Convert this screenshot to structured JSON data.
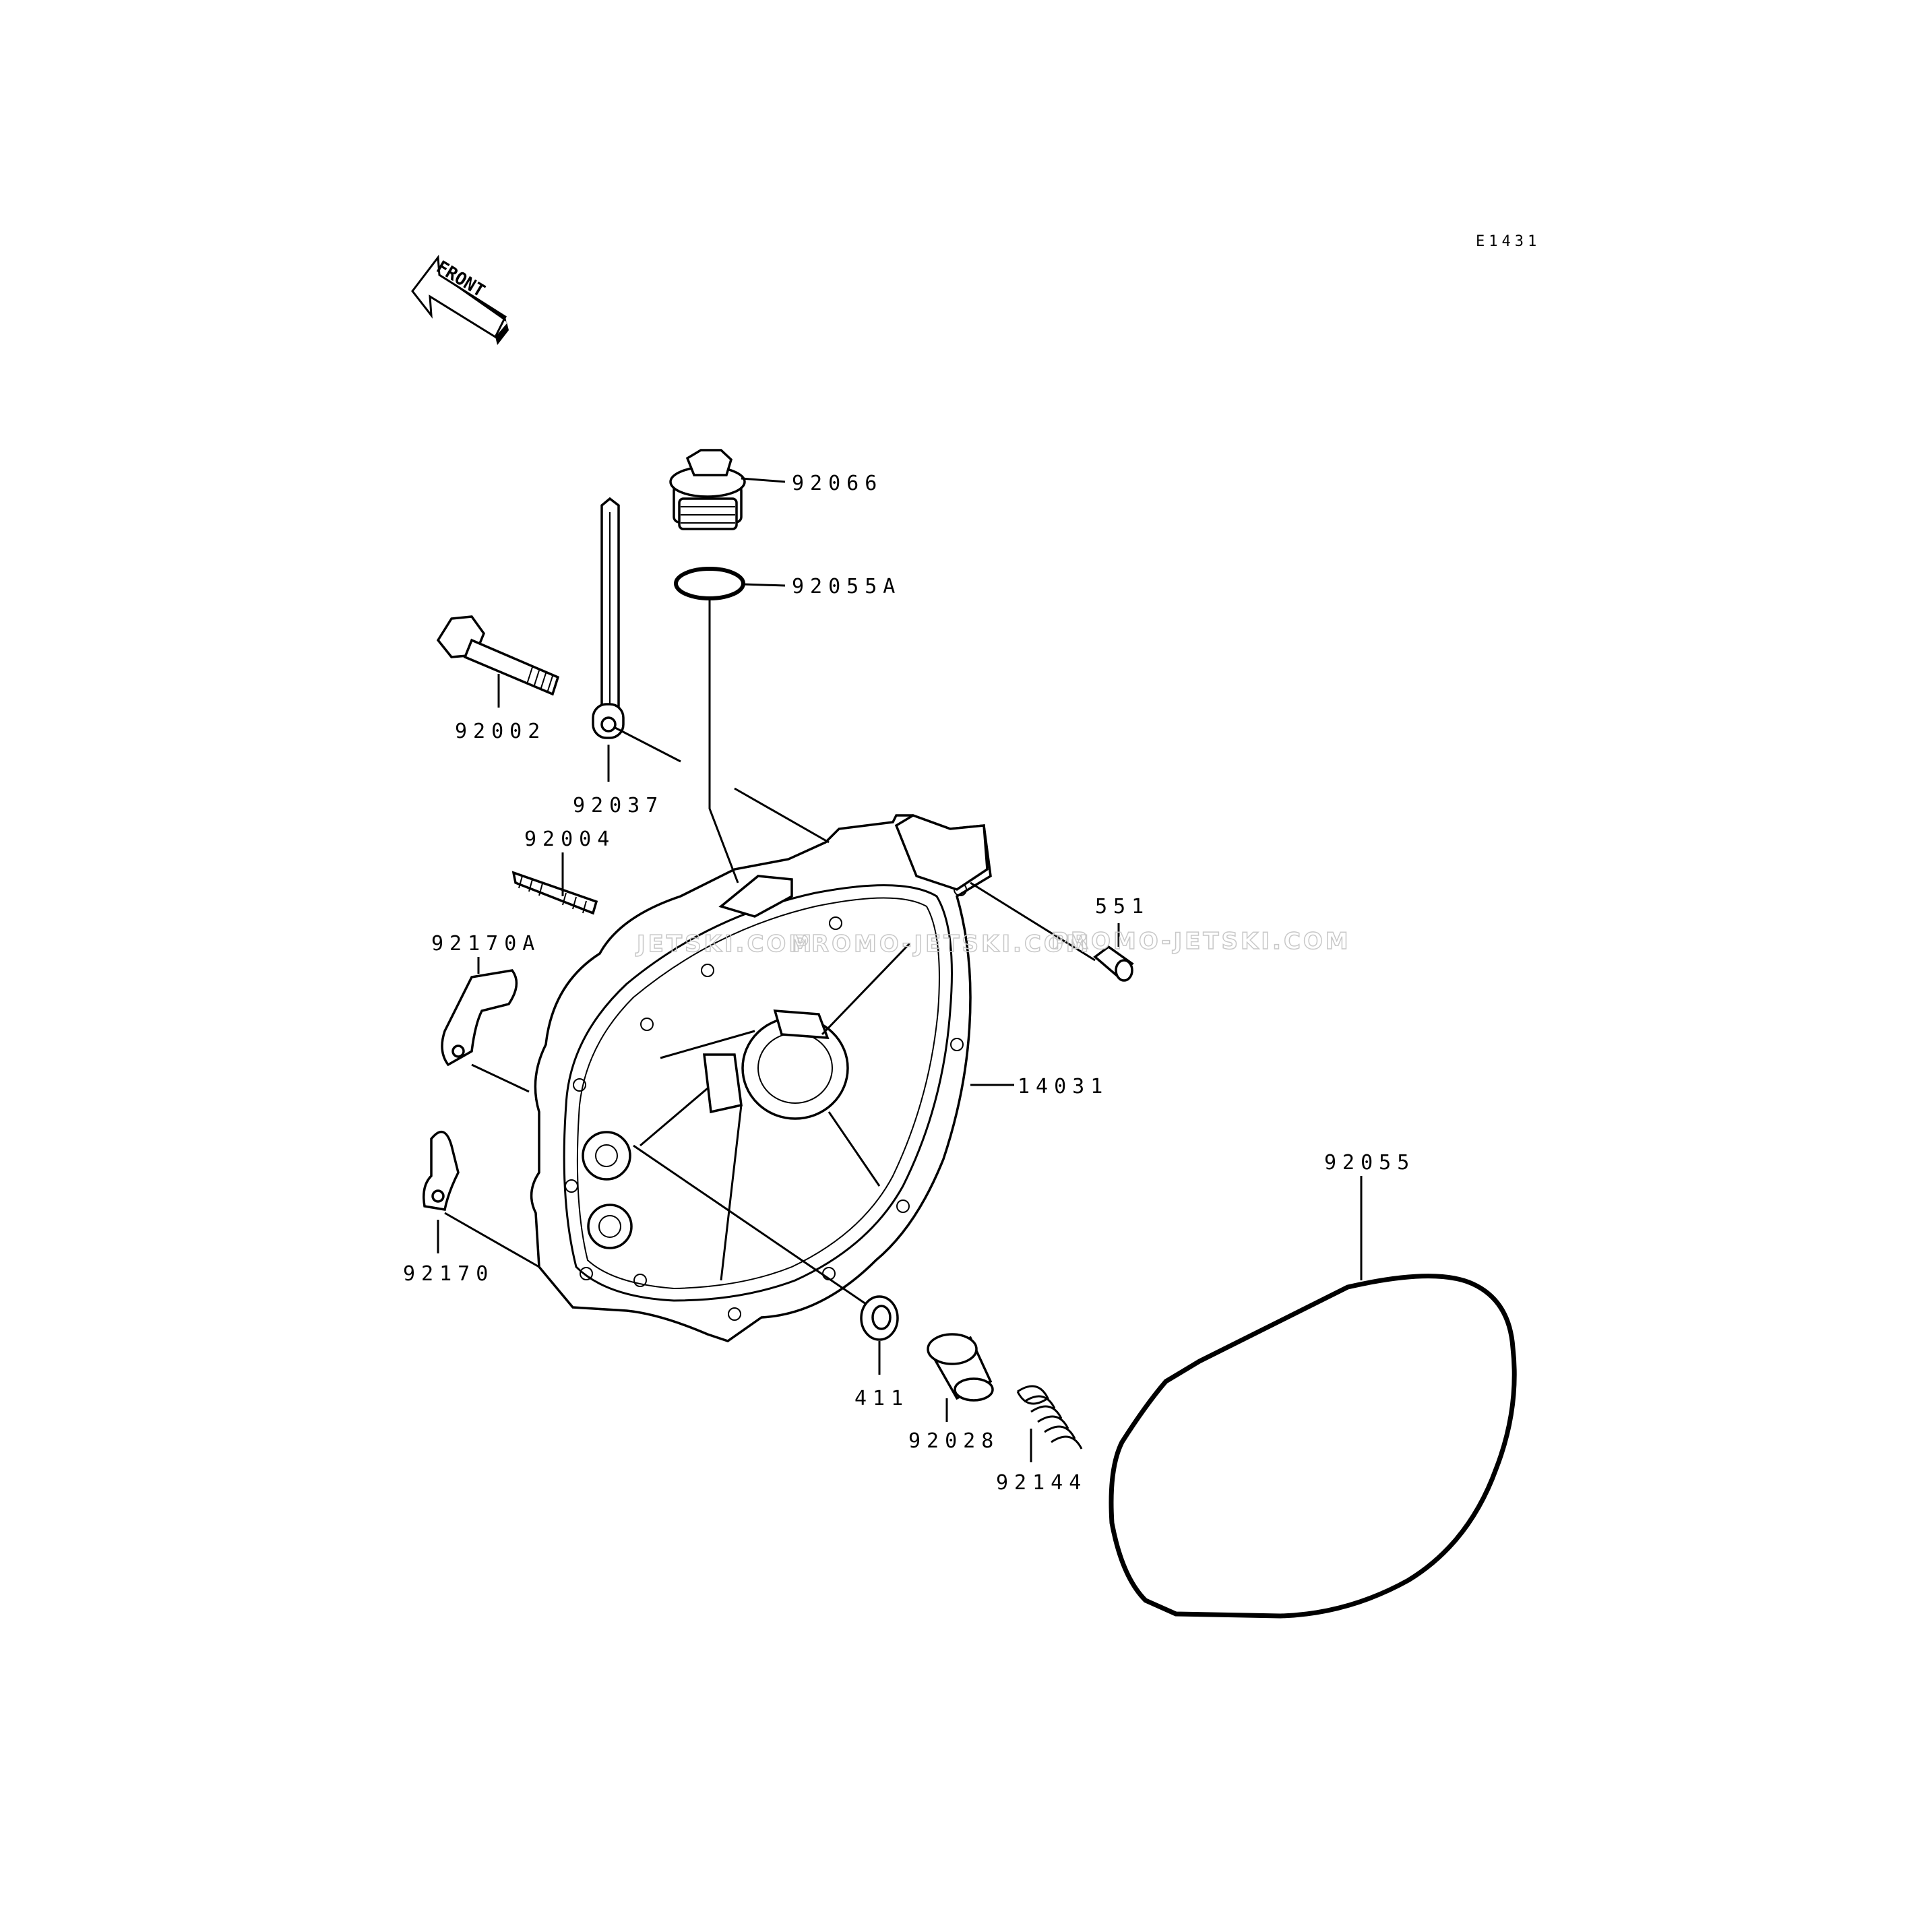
{
  "diagram_code": "E1431",
  "orientation_marker": {
    "text": "FRONT",
    "icon": "front-arrow-icon"
  },
  "watermarks": [
    "JETSKI.COM",
    "PROMO-JETSKI.COM",
    "PROMO-JETSKI.COM"
  ],
  "parts": {
    "cover": "14031",
    "plug": "92066",
    "oring_small": "92055A",
    "gasket": "92055",
    "bolt": "92002",
    "dipstick": "92037",
    "stud": "92004",
    "clamp_a": "92170A",
    "clamp": "92170",
    "dowel": "551",
    "washer": "411",
    "collar": "92028",
    "spring": "92144"
  }
}
